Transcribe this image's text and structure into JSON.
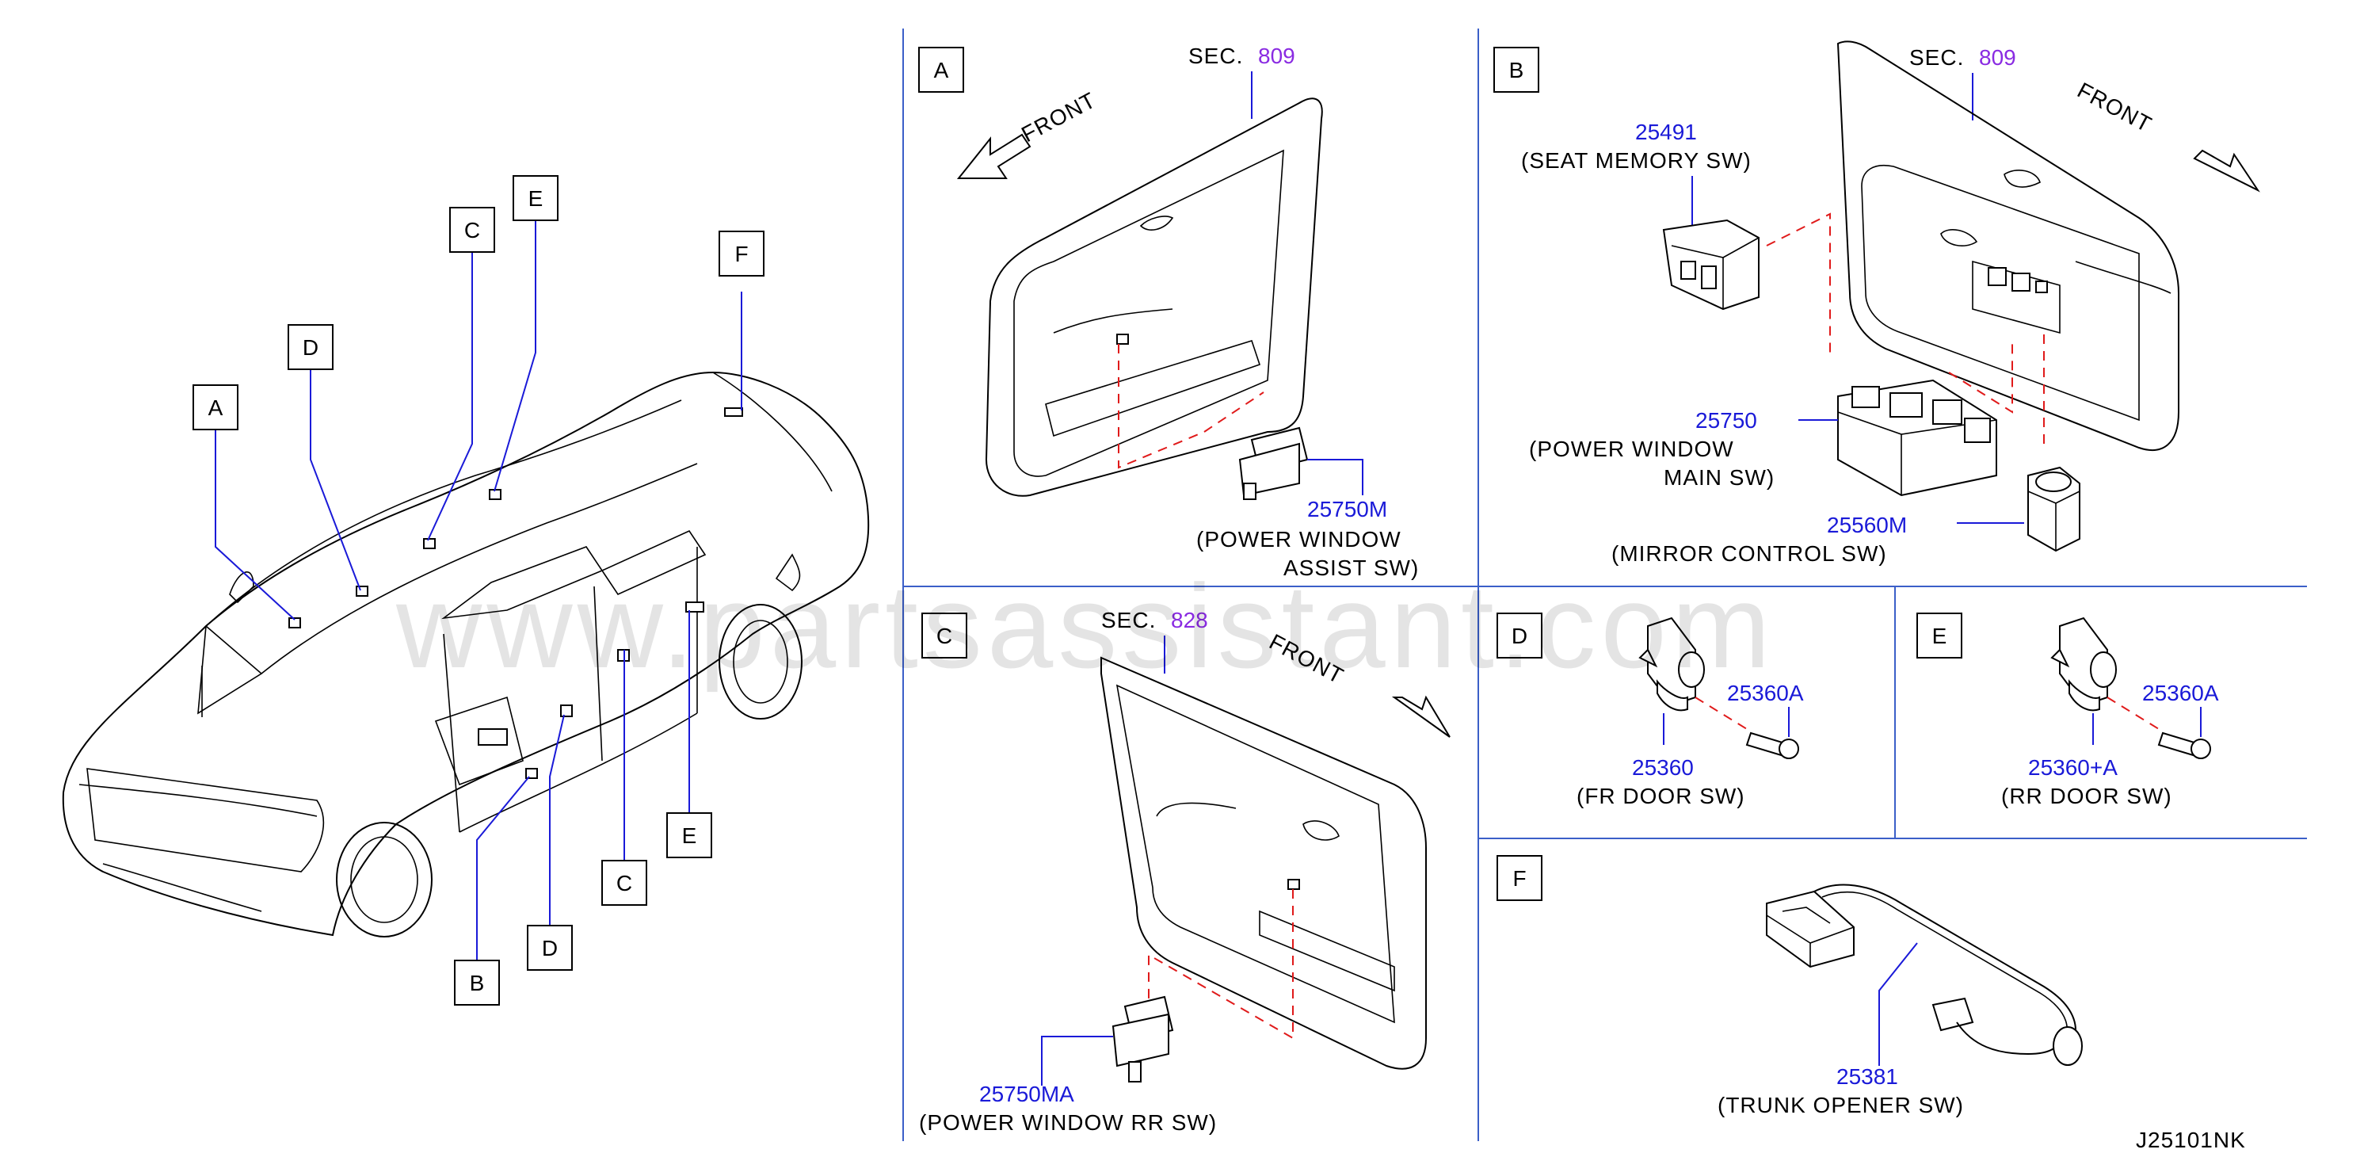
{
  "watermark": "www.partsassistant.com",
  "diagram_code": "J25101NK",
  "front_label": "FRONT",
  "overview": {
    "callouts": [
      "A",
      "B",
      "C",
      "D",
      "E",
      "F",
      "D",
      "C",
      "E"
    ]
  },
  "panel_a": {
    "letter": "A",
    "sec_prefix": "SEC.",
    "sec_num": "809",
    "part_number": "25750M",
    "desc_line1": "(POWER   WINDOW",
    "desc_line2": "ASSIST   SW)"
  },
  "panel_b": {
    "letter": "B",
    "sec_prefix": "SEC.",
    "sec_num": "809",
    "seat_pn": "25491",
    "seat_desc": "(SEAT   MEMORY   SW)",
    "main_pn": "25750",
    "main_desc1": "(POWER   WINDOW",
    "main_desc2": "MAIN   SW)",
    "mirror_pn": "25560M",
    "mirror_desc": "(MIRROR   CONTROL   SW)"
  },
  "panel_c": {
    "letter": "C",
    "sec_prefix": "SEC.",
    "sec_num": "828",
    "part_number": "25750MA",
    "desc": "(POWER   WINDOW   RR   SW)"
  },
  "panel_d": {
    "letter": "D",
    "screw_pn": "25360A",
    "switch_pn": "25360",
    "desc": "(FR   DOOR   SW)"
  },
  "panel_e": {
    "letter": "E",
    "screw_pn": "25360A",
    "switch_pn": "25360+A",
    "desc": "(RR   DOOR   SW)"
  },
  "panel_f": {
    "letter": "F",
    "part_number": "25381",
    "desc": "(TRUNK   OPENER   SW)"
  }
}
